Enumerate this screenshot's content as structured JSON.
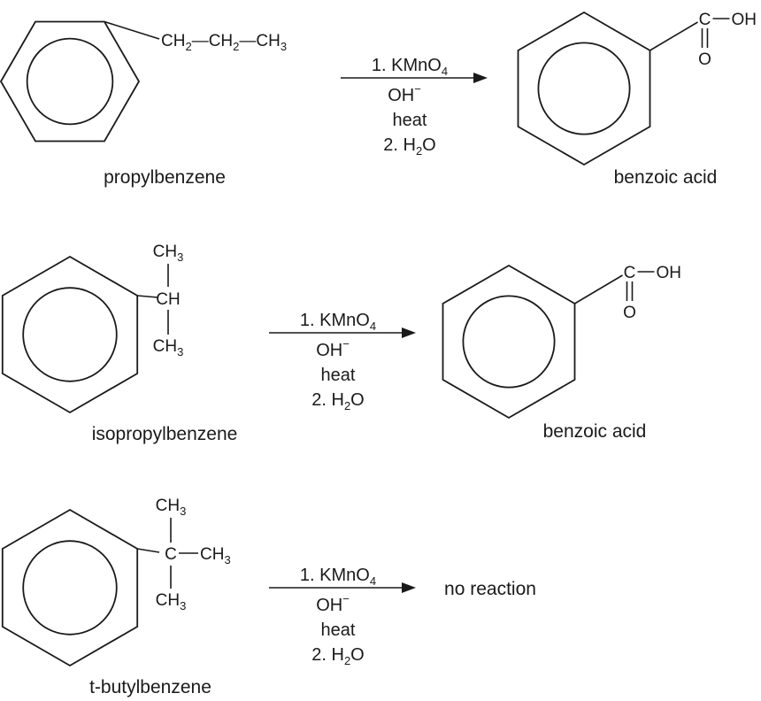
{
  "reactions": [
    {
      "reactant": {
        "name": "propylbenzene",
        "substituent": [
          {
            "t": "CH"
          },
          {
            "t": "2",
            "sub": true
          },
          {
            "t": "—CH"
          },
          {
            "t": "2",
            "sub": true
          },
          {
            "t": "—CH"
          },
          {
            "t": "3",
            "sub": true
          }
        ]
      },
      "conditions": {
        "step1": "1. KMnO",
        "step1_sub": "4",
        "base": "OH",
        "base_sup": "−",
        "heat": "heat",
        "step2": "2. H",
        "step2_sub": "2",
        "step2_end": "O"
      },
      "product": {
        "name": "benzoic acid",
        "carbon": "C",
        "hydroxyl": "OH",
        "oxygen": "O"
      }
    },
    {
      "reactant": {
        "name": "isopropylbenzene",
        "top": "CH",
        "top_sub": "3",
        "center": "CH",
        "bottom": "CH",
        "bottom_sub": "3"
      },
      "conditions": {
        "step1": "1. KMnO",
        "step1_sub": "4",
        "base": "OH",
        "base_sup": "−",
        "heat": "heat",
        "step2": "2. H",
        "step2_sub": "2",
        "step2_end": "O"
      },
      "product": {
        "name": "benzoic acid",
        "carbon": "C",
        "hydroxyl": "OH",
        "oxygen": "O"
      }
    },
    {
      "reactant": {
        "name": "t-butylbenzene",
        "top": "CH",
        "top_sub": "3",
        "center": "C",
        "right": "CH",
        "right_sub": "3",
        "bottom": "CH",
        "bottom_sub": "3"
      },
      "conditions": {
        "step1": "1. KMnO",
        "step1_sub": "4",
        "base": "OH",
        "base_sup": "−",
        "heat": "heat",
        "step2": "2. H",
        "step2_sub": "2",
        "step2_end": "O"
      },
      "product": {
        "text": "no reaction"
      }
    }
  ]
}
